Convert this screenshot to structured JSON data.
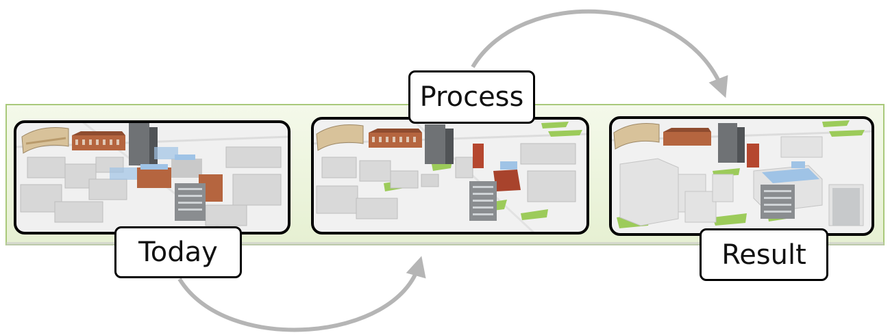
{
  "labels": {
    "today": "Today",
    "process": "Process",
    "result": "Result"
  },
  "panels": [
    {
      "id": "today",
      "caption_key": "today"
    },
    {
      "id": "process",
      "caption_key": "process"
    },
    {
      "id": "result",
      "caption_key": "result"
    }
  ],
  "colors": {
    "band_fill": "#eef5e0",
    "band_border": "#a9c97a",
    "arrow": "#b5b5b5",
    "panel_border": "#000000",
    "grass": "#9ccb5a",
    "brick": "#b5653f",
    "roof_blue": "#9fc3e6"
  },
  "icons": [
    "curved-arrow-icon",
    "city-model-image"
  ]
}
